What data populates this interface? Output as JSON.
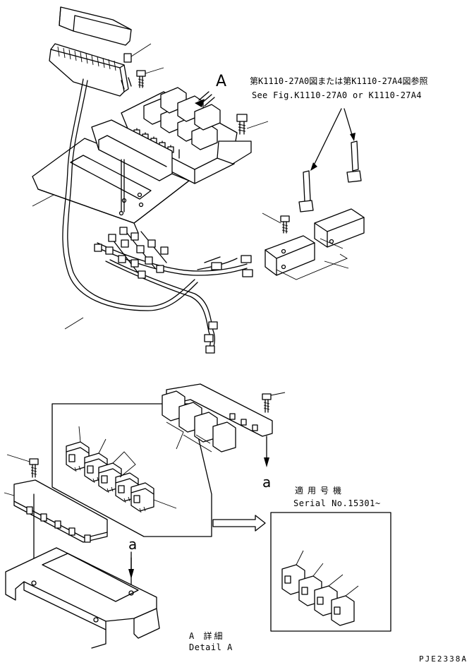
{
  "view_label_A": "A",
  "reference_note": {
    "jp": "第K1110-27A0図または第K1110-27A4図参照",
    "en": "See Fig.K1110-27A0 or K1110-27A4"
  },
  "serial_note": {
    "jp": "適用号機",
    "en": "Serial No.15301~"
  },
  "detail_caption": {
    "jp": "A 詳細",
    "en": "Detail A"
  },
  "marker_a": "a",
  "drawing_code": "PJE2338A"
}
